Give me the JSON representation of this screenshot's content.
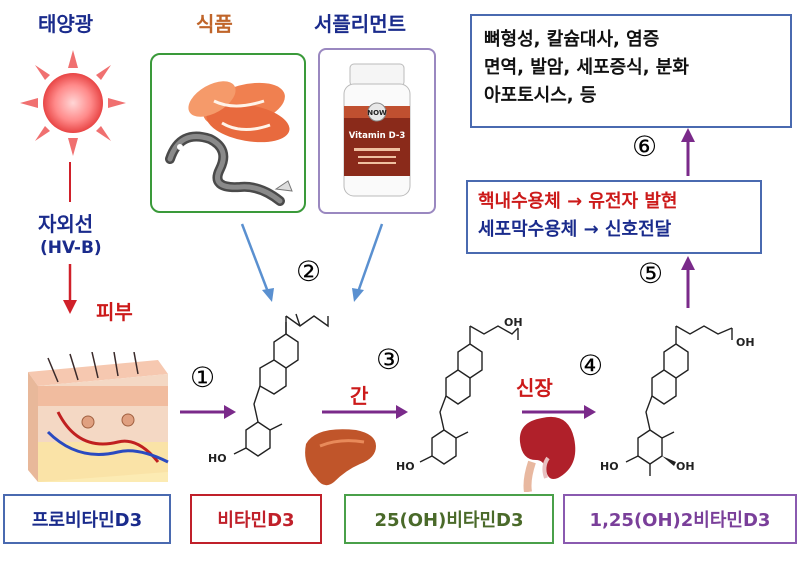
{
  "sources": {
    "sun_label": "태양광",
    "food_label": "식품",
    "supplement_label": "서플리먼트",
    "supplement_bottle_text": "Vitamin D-3",
    "supplement_brand": "NOW"
  },
  "left_column": {
    "uv_label": "자외선",
    "uv_sub": "(HV-B)",
    "skin_label": "피부"
  },
  "stages": [
    {
      "label": "프로비타민D3",
      "color": "#1a2b8c"
    },
    {
      "label": "비타민D3",
      "color": "#c0202a"
    },
    {
      "label": "25(OH)비타민D3",
      "color": "#4a6a2a"
    },
    {
      "label": "1,25(OH)2비타민D3",
      "color": "#7a3f9a"
    }
  ],
  "steps": {
    "s1": "①",
    "s2": "②",
    "s3": "③",
    "s4": "④",
    "s5": "⑤",
    "s6": "⑥"
  },
  "organs": {
    "liver_label": "간",
    "kidney_label": "신장"
  },
  "receptor_box": {
    "line1_text": "핵내수용체 → 유전자 발현",
    "line2_text": "세포막수용체 → 신호전달"
  },
  "effects_box": {
    "line1": "뼈형성, 칼슘대사, 염증",
    "line2": "면역, 발암, 세포증식, 분화",
    "line3": "아포토시스, 등"
  },
  "structure_labels": {
    "ho": "HO",
    "oh": "OH"
  },
  "colors": {
    "blue_text": "#1a2b8c",
    "red_text": "#cc1a1a",
    "orange_text": "#c0652a",
    "purple_arrow": "#7a2a8a",
    "blue_arrow": "#5a90d0",
    "red_arrow": "#d0202a",
    "food_border": "#3a9a3a",
    "supp_border": "#9a88c0"
  }
}
